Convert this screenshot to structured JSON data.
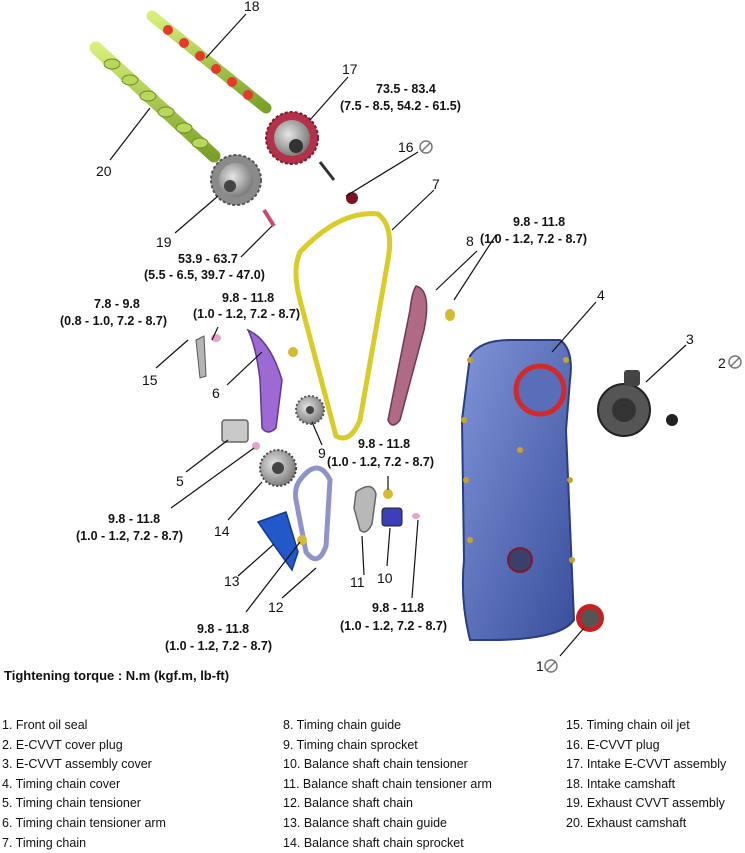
{
  "callouts": {
    "n1": "1",
    "n2": "2",
    "n3": "3",
    "n4": "4",
    "n5": "5",
    "n6": "6",
    "n7": "7",
    "n8": "8",
    "n9": "9",
    "n10": "10",
    "n11": "11",
    "n12": "12",
    "n13": "13",
    "n14": "14",
    "n15": "15",
    "n16": "16",
    "n17": "17",
    "n18": "18",
    "n19": "19",
    "n20": "20"
  },
  "torques": {
    "cvvt_intake": {
      "line1": "73.5 - 83.4",
      "line2": "(7.5 - 8.5, 54.2 - 61.5)"
    },
    "cvvt_exhaust": {
      "line1": "53.9 - 63.7",
      "line2": "(5.5 - 6.5, 39.7 - 47.0)"
    },
    "chain_guide": {
      "line1": "9.8 - 11.8",
      "line2": "(1.0 - 1.2, 7.2 - 8.7)"
    },
    "oil_jet": {
      "line1": "7.8 - 9.8",
      "line2": "(0.8 - 1.0, 7.2 - 8.7)"
    },
    "tensioner_arm": {
      "line1": "9.8 - 11.8",
      "line2": "(1.0 - 1.2, 7.2 - 8.7)"
    },
    "sprocket": {
      "line1": "9.8 - 11.8",
      "line2": "(1.0 - 1.2, 7.2 - 8.7)"
    },
    "tensioner": {
      "line1": "9.8 - 11.8",
      "line2": "(1.0 - 1.2, 7.2 - 8.7)"
    },
    "bal_guide": {
      "line1": "9.8 - 11.8",
      "line2": "(1.0 - 1.2, 7.2 - 8.7)"
    },
    "bal_tensioner": {
      "line1": "9.8 - 11.8",
      "line2": "(1.0 - 1.2, 7.2 - 8.7)"
    }
  },
  "torque_title": "Tightening torque : N.m (kgf.m, lb-ft)",
  "legend": [
    "1. Front oil seal",
    "2. E-CVVT cover plug",
    "3. E-CVVT assembly cover",
    "4. Timing chain cover",
    "5. Timing chain tensioner",
    "6. Timing chain tensioner arm",
    "7. Timing chain",
    "8. Timing chain guide",
    "9. Timing chain sprocket",
    "10. Balance shaft chain tensioner",
    "11. Balance shaft chain tensioner arm",
    "12. Balance shaft chain",
    "13. Balance shaft chain guide",
    "14. Balance shaft chain sprocket",
    "15. Timing chain oil jet",
    "16. E-CVVT plug",
    "17. Intake E-CVVT assembly",
    "18. Intake camshaft",
    "19. Exhaust CVVT assembly",
    "20. Exhaust camshaft"
  ]
}
